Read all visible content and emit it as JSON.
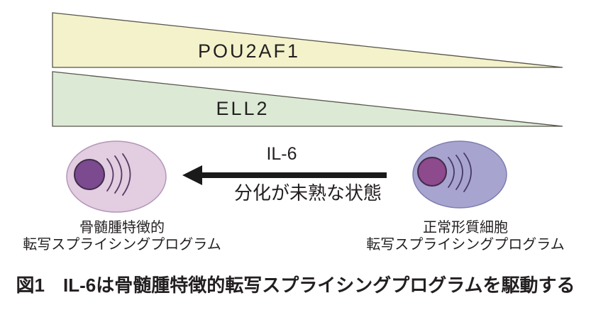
{
  "wedges": [
    {
      "label": "POU2AF1",
      "fill": "#f3f2cb",
      "stroke": "#57554b"
    },
    {
      "label": "ELL2",
      "fill": "#dcead5",
      "stroke": "#57554b"
    }
  ],
  "arrow": {
    "label_above": "IL-6",
    "label_below": "分化が未熟な状態",
    "direction": "left",
    "color": "#1a1a1a"
  },
  "cells": {
    "left": {
      "label_line1": "骨髄腫特徴的",
      "label_line2": "転写スプライシングプログラム",
      "body_fill": "#e2cde1",
      "body_stroke": "#b596b9",
      "nucleus_fill": "#7b4a8f",
      "nucleus_stroke": "#432b4d",
      "arc_stroke": "#543a63"
    },
    "right": {
      "label_line1": "正常形質細胞",
      "label_line2": "転写スプライシングプログラム",
      "body_fill": "#a7a5cf",
      "body_stroke": "#7f7caf",
      "nucleus_fill": "#8d4a8c",
      "nucleus_stroke": "#432b4d",
      "arc_stroke": "#473a68"
    }
  },
  "caption": "図1　IL-6は骨髄腫特徴的転写スプライシングプログラムを駆動する"
}
